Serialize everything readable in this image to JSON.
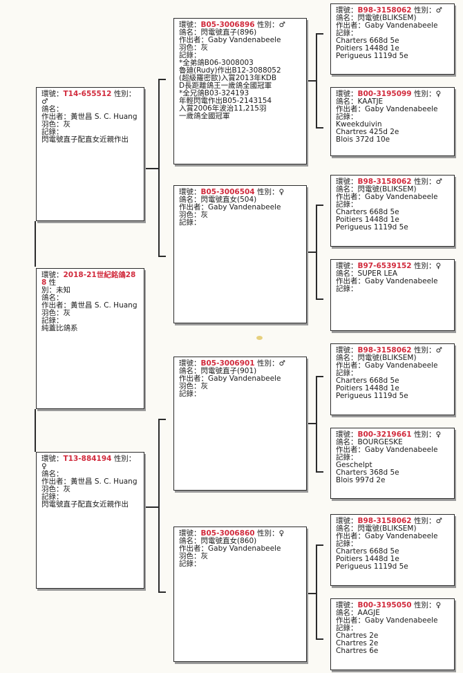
{
  "labels": {
    "ring": "環號：",
    "sex": "性別：",
    "name": "鴿名：",
    "breeder": "作出者：",
    "color": "羽色：",
    "record": "記錄："
  },
  "cards": {
    "subject": {
      "ring_label": "環號：",
      "ring": "2018-21世紀銘鴿288",
      "sex_prefix": " 性",
      "sex_rest": "別：未知",
      "name_label": "鴿名：",
      "breeder_line": "作出者：黃世昌 S. C. Huang",
      "color_line": "羽色：灰",
      "record_label": "記錄：",
      "record": [
        "純蓋比鴿系"
      ]
    },
    "sire": {
      "ring": "T14-655512",
      "sex": "♂",
      "name": "",
      "breeder": "黃世昌 S. C. Huang",
      "color": "灰",
      "record": [
        "閃電號直子配直女近親作出"
      ]
    },
    "dam": {
      "ring": "T13-884194",
      "sex": "♀",
      "name": "",
      "breeder": "黃世昌 S. C. Huang",
      "color": "灰",
      "record": [
        "閃電號直子配直女近親作出"
      ]
    },
    "sire_sire": {
      "ring": "B05-3006896",
      "sex": "♂",
      "name": "閃電號直子(896)",
      "breeder": "Gaby Vandenabeele",
      "color": "灰",
      "record": [
        "*全弟鴿B06-3008003",
        "魯廸(Rudy)作出B12-3088052",
        "(超級羅密歐)入賞2013年KDB",
        "D長距離鴿王一歲鴿全國冠軍",
        "*全兄鴿B03-324193",
        "年輕閃電作出B05-2143154",
        "入賞2006年波治11,215羽",
        "一歲鴿全國冠軍"
      ]
    },
    "sire_dam": {
      "ring": "B05-3006504",
      "sex": "♀",
      "name": "閃電號直女(504)",
      "breeder": "Gaby Vandenabeele",
      "color": "灰",
      "record": []
    },
    "dam_sire": {
      "ring": "B05-3006901",
      "sex": "♂",
      "name": "閃電號直子(901)",
      "breeder": "Gaby Vandenabeele",
      "color": "灰",
      "record": []
    },
    "dam_dam": {
      "ring": "B05-3006860",
      "sex": "♀",
      "name": "閃電號直女(860)",
      "breeder": "Gaby Vandenabeele",
      "color": "灰",
      "record": []
    },
    "ss_sire": {
      "ring": "B98-3158062",
      "sex": "♂",
      "name": "閃電號(BLIKSEM)",
      "breeder": "Gaby Vandenabeele",
      "record": [
        "Charters 668d 5e",
        "Poitiers 1448d 1e",
        "Perigueus 1119d 5e"
      ]
    },
    "ss_dam": {
      "ring": "B00-3195099",
      "sex": "♀",
      "name": "KAATJE",
      "breeder": "Gaby Vandenabeele",
      "record": [
        "Kweekduivin",
        "Chartres 425d 2e",
        "Blois 372d 10e"
      ]
    },
    "sd_sire": {
      "ring": "B98-3158062",
      "sex": "♂",
      "name": "閃電號(BLIKSEM)",
      "breeder": "Gaby Vandenabeele",
      "record": [
        "Charters 668d 5e",
        "Poitiers 1448d 1e",
        "Perigueus 1119d 5e"
      ]
    },
    "sd_dam": {
      "ring": "B97-6539152",
      "sex": "♀",
      "name": "SUPER LEA",
      "breeder": "Gaby Vandenabeele",
      "record": []
    },
    "ds_sire": {
      "ring": "B98-3158062",
      "sex": "♂",
      "name": "閃電號(BLIKSEM)",
      "breeder": "Gaby Vandenabeele",
      "record": [
        "Charters 668d 5e",
        "Poitiers 1448d 1e",
        "Perigueus 1119d 5e"
      ]
    },
    "ds_dam": {
      "ring": "B00-3219661",
      "sex": "♀",
      "name": "BOURGESKE",
      "breeder": "Gaby Vandenabeele",
      "record": [
        "Geschelpt",
        "Charters 368d 5e",
        "Blois 997d 2e"
      ]
    },
    "dd_sire": {
      "ring": "B98-3158062",
      "sex": "♂",
      "name": "閃電號(BLIKSEM)",
      "breeder": "Gaby Vandenabeele",
      "record": [
        "Charters 668d 5e",
        "Poitiers 1448d 1e",
        "Perigueus 1119d 5e"
      ]
    },
    "dd_dam": {
      "ring": "B00-3195050",
      "sex": "♀",
      "name": "AAGJE",
      "breeder": "Gaby Vandenabeele",
      "record": [
        "Chartres 2e",
        "Chartres 2e",
        "Chartres 6e"
      ]
    }
  },
  "colors": {
    "ring_number": "#d12a3c",
    "border": "#2a2a2a",
    "paper": "#fbfaf5",
    "speck": "#e2c869"
  }
}
